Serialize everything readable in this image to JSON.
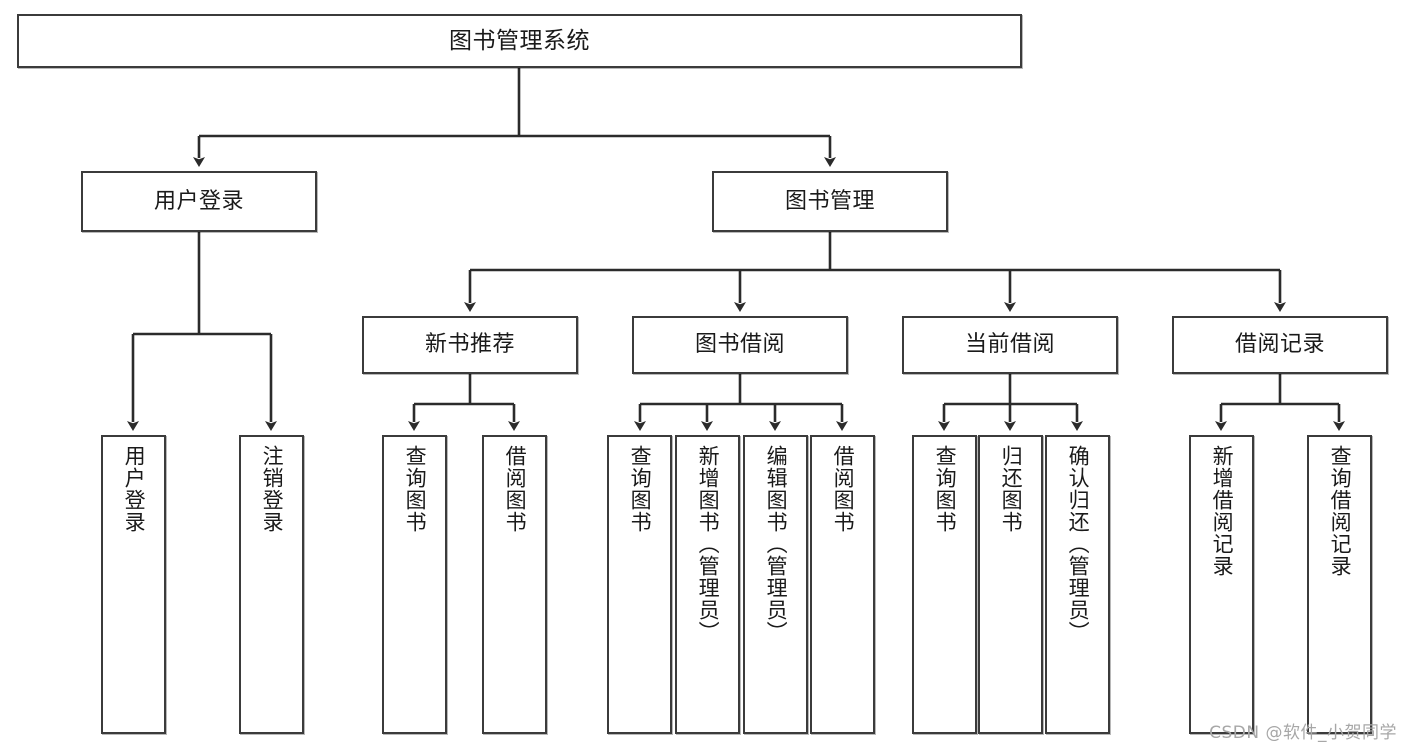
{
  "diagram": {
    "title": "图书管理系统",
    "watermark": "CSDN @软件_小贺同学",
    "colors": {
      "box_border": "#3b3b3b",
      "box_fill": "#ffffff",
      "edge": "#2b2b2b",
      "text": "#1a1a1a",
      "watermark": "#a7a7a7"
    },
    "nodes": {
      "root": "图书管理系统",
      "user_login": "用户登录",
      "book_manage": "图书管理",
      "new_book_rec": "新书推荐",
      "book_borrow": "图书借阅",
      "current_borrow": "当前借阅",
      "borrow_record": "借阅记录",
      "login_leaf_1": "用户登录",
      "login_leaf_2": "注销登录",
      "rec_leaf_1": "查询图书",
      "rec_leaf_2": "借阅图书",
      "borrow_leaf_1": "查询图书",
      "borrow_leaf_2": "新增图书（管理员）",
      "borrow_leaf_3": "编辑图书（管理员）",
      "borrow_leaf_4": "借阅图书",
      "current_leaf_1": "查询图书",
      "current_leaf_2": "归还图书",
      "current_leaf_3": "确认归还（管理员）",
      "record_leaf_1": "新增借阅记录",
      "record_leaf_2": "查询借阅记录"
    }
  }
}
